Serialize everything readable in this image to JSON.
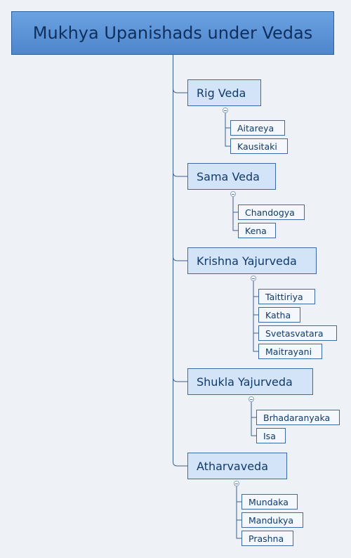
{
  "title": "Mukhya Upanishads under Vedas",
  "branches": [
    {
      "label": "Rig Veda",
      "children": [
        "Aitareya",
        "Kausitaki"
      ]
    },
    {
      "label": "Sama Veda",
      "children": [
        "Chandogya",
        "Kena"
      ]
    },
    {
      "label": "Krishna Yajurveda",
      "children": [
        "Taittiriya",
        "Katha",
        "Svetasvatara",
        "Maitrayani"
      ]
    },
    {
      "label": "Shukla Yajurveda",
      "children": [
        "Brhadaranyaka",
        "Isa"
      ]
    },
    {
      "label": "Atharvaveda",
      "children": [
        "Mundaka",
        "Mandukya",
        "Prashna"
      ]
    }
  ],
  "colors": {
    "root_fill": "#5b93d6",
    "branch_fill": "#d4e4f8",
    "leaf_fill": "#f4f8fc",
    "line": "#3a5f8c"
  }
}
